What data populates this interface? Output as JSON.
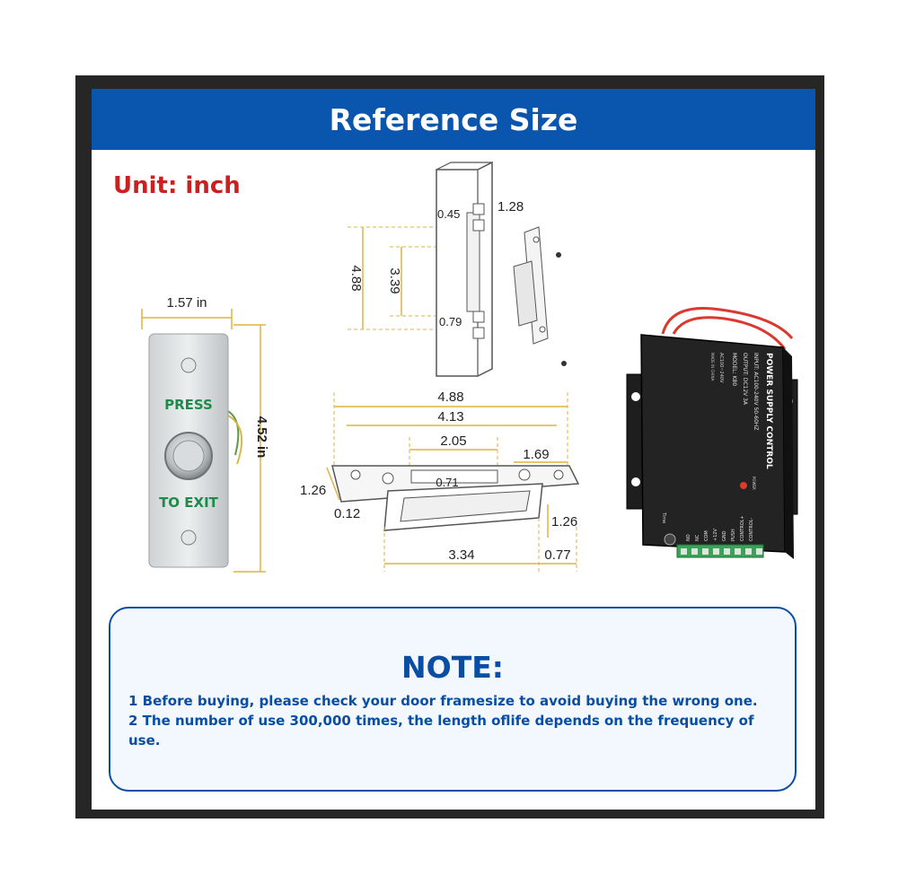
{
  "header": {
    "title": "Reference Size"
  },
  "unit_label": "Unit: inch",
  "exit_button": {
    "width_label": "1.57 in",
    "height_label": "4.52 in",
    "top_text": "PRESS",
    "bottom_text": "TO EXIT"
  },
  "strike_front": {
    "height_outer": "4.88",
    "height_inner": "3.39",
    "top_offset": "0.45",
    "side_width": "1.28",
    "bottom_offset": "0.79"
  },
  "strike_side": {
    "overall_length": "4.88",
    "hole_span": "4.13",
    "slot_length": "2.05",
    "end_offset": "1.69",
    "slot_width": "0.71",
    "plate_height": "1.26",
    "plate_thickness": "0.12",
    "body_depth": "1.26",
    "body_length": "3.34",
    "body_offset": "0.77"
  },
  "power_supply": {
    "title": "POWER SUPPLY CONTROL",
    "input_text": "INPUT: AC100-240V 50-60HZ",
    "output_text": "OUTPUT: DC12V 3A",
    "model_text": "MODEL: K80",
    "voltage_text": "AC100~240V",
    "made_text": "MADE IN CHINA",
    "power_label": "POWER",
    "terminals": [
      "CONTROL-",
      "CONTROL+",
      "PUSH",
      "GND",
      "+12V",
      "COM",
      "NC",
      "NO"
    ],
    "time_label": "Time"
  },
  "note": {
    "title": "NOTE:",
    "items": [
      "1 Before buying, please check your door framesize to avoid buying the wrong one.",
      "2 The number of use 300,000 times, the length oflife depends on the frequency of use."
    ]
  },
  "colors": {
    "banner": "#0a55ad",
    "unit": "#cc1f1f",
    "note": "#0a4ea3",
    "press_text": "#1f8a4a",
    "dimension": "#e0b341"
  }
}
